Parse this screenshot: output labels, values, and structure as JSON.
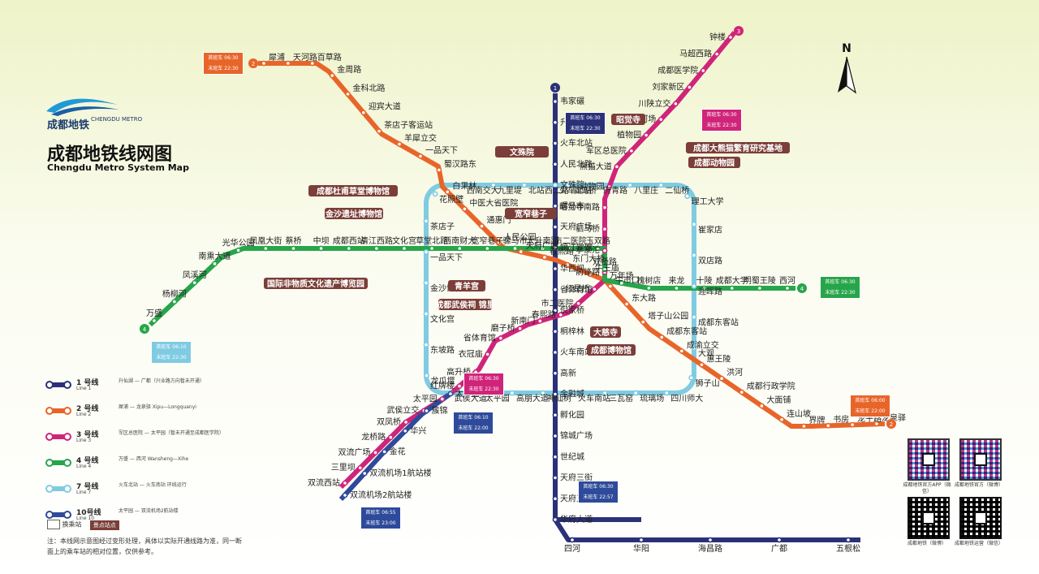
{
  "logo": {
    "cn": "成都地铁",
    "en": "CHENGDU METRO"
  },
  "title": {
    "cn": "成都地铁线网图",
    "en": "Chengdu Metro System Map"
  },
  "compass": "N",
  "colors": {
    "line1": "#2a3179",
    "line2": "#e8652a",
    "line3": "#d0247a",
    "line4": "#27a54a",
    "line7": "#7fcbe2",
    "line10": "#2e4a9a",
    "landmark": "#7b3e38"
  },
  "legend": [
    {
      "name": "1 号线",
      "en": "Line 1",
      "desc": "升仙湖 — 广都（兴业路方向暂未开通）",
      "color": "#2a3179"
    },
    {
      "name": "2 号线",
      "en": "Line 2",
      "desc": "犀浦 — 龙泉驿 Xipu—Longquanyi",
      "color": "#e8652a"
    },
    {
      "name": "3 号线",
      "en": "Line 3",
      "desc": "军区总医院 — 太平园（暂未开通至成都医学院）",
      "color": "#d0247a"
    },
    {
      "name": "4 号线",
      "en": "Line 4",
      "desc": "万盛 — 西河 Wansheng—Xihe",
      "color": "#27a54a"
    },
    {
      "name": "7 号线",
      "en": "Line 7",
      "desc": "火车北站 — 火车南站 环线运行",
      "color": "#7fcbe2"
    },
    {
      "name": "10号线",
      "en": "Line 10",
      "desc": "太平园 — 双流机场2航站楼",
      "color": "#2e4a9a"
    }
  ],
  "legend_bottom": [
    "换乘站",
    "景点站点"
  ],
  "note": "注：本线网示意图经过变形处理，具体以实际开通线路为准，同一断面上的乘车站的相对位置，仅供参考。",
  "qr": [
    {
      "cap": "成都地铁官方APP（微信）"
    },
    {
      "cap": "成都地铁官方（微博）"
    },
    {
      "cap": "成都地铁（微博）"
    },
    {
      "cap": "成都地铁运营（微信）"
    }
  ],
  "landmarks": [
    "文殊院",
    "昭觉寺",
    "成都杜甫草堂博物馆",
    "金沙遗址博物馆",
    "宽窄巷子",
    "成都大熊猫繁育研究基地",
    "成都动物园",
    "国际非物质文化遗产博览园",
    "青羊宫",
    "成都武侯祠 锦里",
    "大慈寺",
    "成都博物馆"
  ],
  "timetable": [
    {
      "first": "首班车 06:30",
      "last": "末班车 22:30"
    },
    {
      "first": "首班车 06:30",
      "last": "末班车 22:30"
    },
    {
      "first": "首班车 06:30",
      "last": "末班车 22:30"
    },
    {
      "first": "首班车 06:30",
      "last": "末班车 22:30"
    },
    {
      "first": "首班车 06:10",
      "last": "末班车 22:30"
    },
    {
      "first": "首班车 06:30",
      "last": "末班车 22:30"
    },
    {
      "first": "首班车 06:10",
      "last": "末班车 22:00"
    },
    {
      "first": "首班车 06:00",
      "last": "末班车 22:00"
    },
    {
      "first": "首班车 06:30",
      "last": "末班车 22:57"
    },
    {
      "first": "首班车 06:55",
      "last": "末班车 23:00"
    }
  ],
  "stations": {
    "line1": [
      "韦家碾",
      "升仙湖",
      "火车北站",
      "人民北路",
      "文殊院",
      "骡马市",
      "天府广场",
      "锦江宾馆",
      "华西坝",
      "省体育馆",
      "倪家桥",
      "桐梓林",
      "火车南站",
      "高新",
      "金融城",
      "孵化园",
      "锦城广场",
      "世纪城",
      "天府三街",
      "天府五街",
      "华府大道",
      "四河",
      "华阳",
      "海昌路",
      "广都",
      "五根松"
    ],
    "line2": [
      "犀浦",
      "天河路",
      "百草路",
      "金周路",
      "金科北路",
      "迎宾大道",
      "茶店子客运站",
      "羊犀立交",
      "一品天下",
      "蜀汉路东",
      "白果林",
      "中医大省医院",
      "通惠门",
      "人民公园",
      "天府广场",
      "春熙路",
      "东门大桥",
      "牛王庙",
      "牛市口",
      "东大路",
      "塔子山公园",
      "成都东客站",
      "成渝立交",
      "惠王陵",
      "洪河",
      "成都行政学院",
      "大面铺",
      "连山坡",
      "界牌",
      "书房",
      "龙平路",
      "龙泉驿"
    ],
    "line3": [
      "钟楼",
      "马超西路",
      "成都医学院",
      "刘家新区",
      "川陕立交",
      "三河场",
      "植物园",
      "军区总医院",
      "熊猫大道",
      "动物园",
      "昭觉寺南路",
      "驷马桥",
      "李家沱",
      "前锋路",
      "红星桥",
      "市二医院",
      "春熙路",
      "新南门",
      "磨子桥",
      "省体育馆",
      "衣冠庙",
      "高升桥",
      "红牌楼",
      "太平园",
      "武侯立交",
      "双凤桥",
      "龙桥路",
      "双流广场",
      "三里坝",
      "双流西站"
    ],
    "line4": [
      "万盛",
      "杨柳河",
      "凤溪河",
      "南熏大道",
      "光华公园",
      "凤凰大街",
      "蔡桥",
      "中坝",
      "成都西站",
      "清江西路",
      "文化宫",
      "草堂北路",
      "西南财大",
      "宽窄巷子",
      "骡马市",
      "太升南路",
      "市二医院",
      "玉双路",
      "双桥路",
      "万年场",
      "槐树店",
      "来龙",
      "十陵",
      "成都大学",
      "明蜀王陵",
      "西河"
    ],
    "line7": [
      "火车北站",
      "北站西二路",
      "九里堤",
      "西南交大",
      "花照壁",
      "茶店子",
      "一品天下",
      "金沙博物馆",
      "文化宫",
      "东坡路",
      "龙爪堰",
      "武侯大道",
      "太平园",
      "高朋大道",
      "神仙树",
      "火车南站",
      "三瓦窑",
      "琉璃场",
      "四川师大",
      "狮子山",
      "大观",
      "成都东客站",
      "迎晖路",
      "双店路",
      "崔家店",
      "理工大学",
      "二仙桥",
      "八里庄",
      "府青路",
      "驷马桥"
    ],
    "line10": [
      "太平园",
      "簇锦",
      "华兴",
      "金花",
      "双流机场1航站楼",
      "双流机场2航站楼"
    ]
  }
}
